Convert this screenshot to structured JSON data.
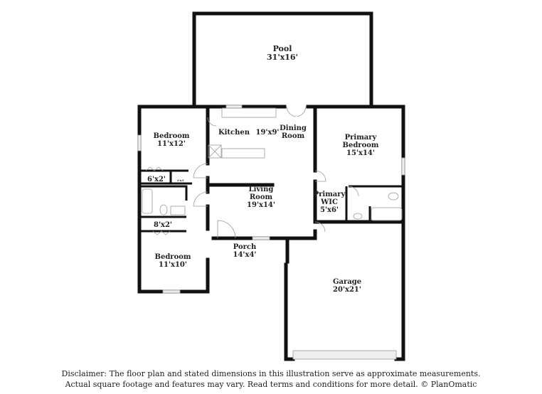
{
  "rooms": [
    {
      "id": "pool",
      "name_lines": [
        "Pool"
      ],
      "dims": "31'x16'"
    },
    {
      "id": "kitchen",
      "name_lines": [
        "Kitchen"
      ],
      "dims": "19'x9'"
    },
    {
      "id": "dining-room",
      "name_lines": [
        "Dining",
        "Room"
      ],
      "dims": ""
    },
    {
      "id": "bedroom-1",
      "name_lines": [
        "Bedroom"
      ],
      "dims": "11'x12'"
    },
    {
      "id": "primary-bedroom",
      "name_lines": [
        "Primary",
        "Bedroom"
      ],
      "dims": "15'x14'"
    },
    {
      "id": "closet-1",
      "name_lines": [],
      "dims": "6'x2'"
    },
    {
      "id": "closet-small",
      "name_lines": [],
      "dims": "3'x3'"
    },
    {
      "id": "living-room",
      "name_lines": [
        "Living",
        "Room"
      ],
      "dims": "19'x14'"
    },
    {
      "id": "primary-wic",
      "name_lines": [
        "Primary",
        "WIC"
      ],
      "dims": "5'x6'"
    },
    {
      "id": "closet-2",
      "name_lines": [],
      "dims": "8'x2'"
    },
    {
      "id": "porch",
      "name_lines": [
        "Porch"
      ],
      "dims": "14'x4'"
    },
    {
      "id": "bedroom-2",
      "name_lines": [
        "Bedroom"
      ],
      "dims": "11'x10'"
    },
    {
      "id": "garage",
      "name_lines": [
        "Garage"
      ],
      "dims": "20'x21'"
    }
  ],
  "disclaimer": {
    "line1": "Disclaimer: The floor plan and stated dimensions in this illustration serve as approximate measurements.",
    "line2": "Actual square footage and features may vary. Read terms and conditions for more detail. © PlanOmatic"
  }
}
